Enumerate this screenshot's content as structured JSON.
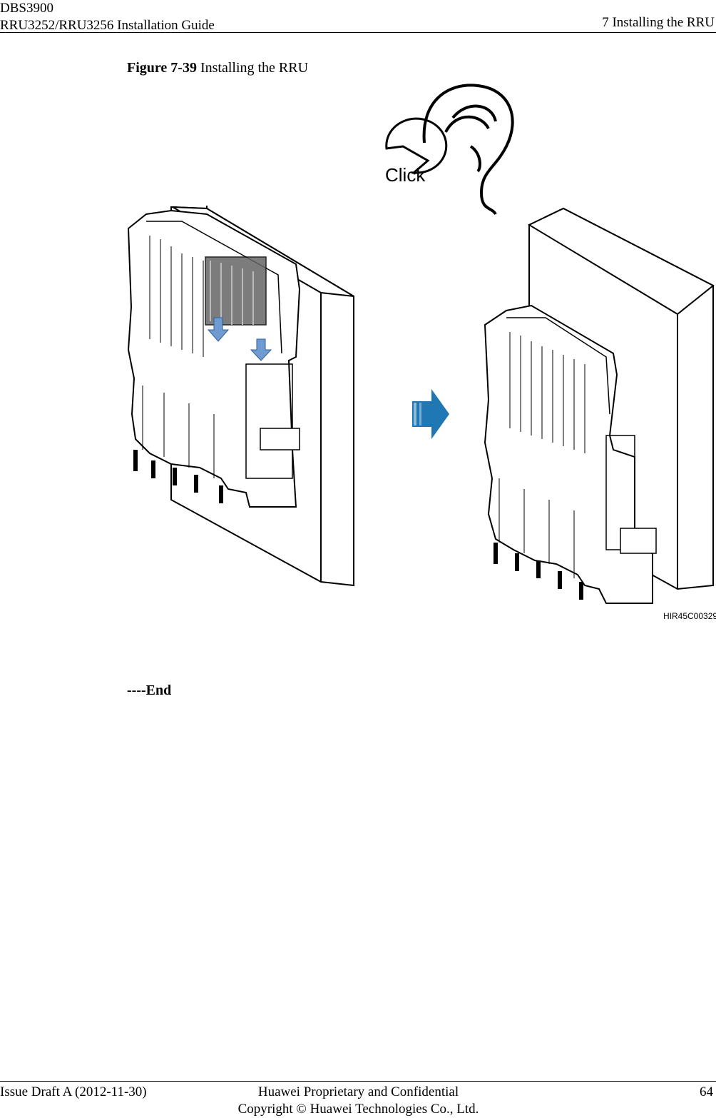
{
  "header": {
    "product": "DBS3900",
    "guide_title": "RRU3252/RRU3256 Installation Guide",
    "chapter": "7 Installing the RRU"
  },
  "figure": {
    "number": "Figure 7-39",
    "title": "Installing the RRU",
    "callout_text": "Click",
    "image_code": "HIR45C00329",
    "accent_color": "#1f77b4"
  },
  "body": {
    "end_marker": "----End"
  },
  "footer": {
    "issue": "Issue Draft A (2012-11-30)",
    "confidentiality": "Huawei Proprietary and Confidential",
    "copyright": "Copyright © Huawei Technologies Co., Ltd.",
    "page_number": "64"
  }
}
